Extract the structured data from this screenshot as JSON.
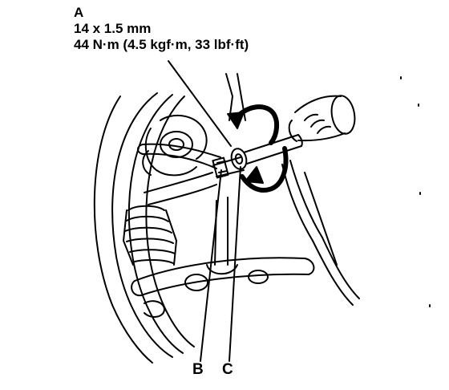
{
  "callout_a": {
    "letter": "A",
    "size": "14 x 1.5 mm",
    "torque": "44 N·m (4.5 kgf·m, 33 lbf·ft)"
  },
  "label_b": "B",
  "label_c": "C"
}
